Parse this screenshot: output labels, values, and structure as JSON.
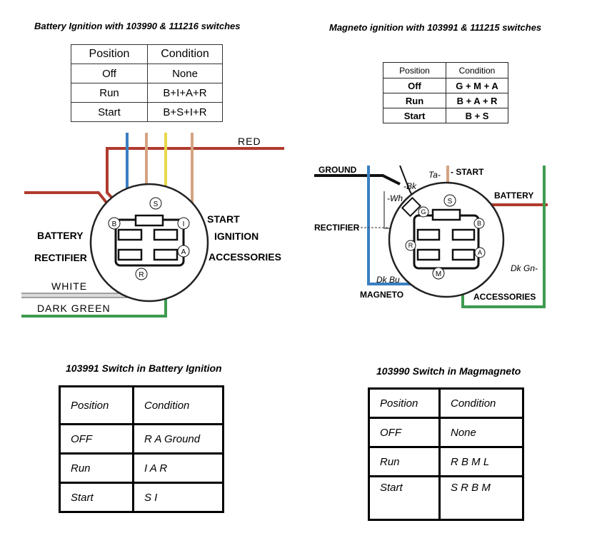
{
  "battery_title": "Battery Ignition with 103990 & 111216 switches",
  "magneto_title": "Magneto ignition with 103991 & 111215 switches",
  "switch103991_title": "103991 Switch in Battery Ignition",
  "switch103990_title": "103990 Switch in Magmagneto",
  "battery_table": {
    "headers": [
      "Position",
      "Condition"
    ],
    "rows": [
      [
        "Off",
        "None"
      ],
      [
        "Run",
        "B+I+A+R"
      ],
      [
        "Start",
        "B+S+I+R"
      ]
    ]
  },
  "magneto_table": {
    "headers": [
      "Position",
      "Condition"
    ],
    "rows": [
      [
        "Off",
        "G + M + A"
      ],
      [
        "Run",
        "B + A + R"
      ],
      [
        "Start",
        "B + S"
      ]
    ]
  },
  "table_103991": {
    "headers": [
      "Position",
      "Condition"
    ],
    "rows": [
      [
        "OFF",
        "R A Ground"
      ],
      [
        "Run",
        "I A R"
      ],
      [
        "Start",
        "S I"
      ]
    ]
  },
  "table_103990": {
    "headers": [
      "Position",
      "Condition"
    ],
    "rows": [
      [
        "OFF",
        "None"
      ],
      [
        "Run",
        "R B M L"
      ],
      [
        "Start",
        "S R B M"
      ]
    ]
  },
  "left_diagram": {
    "red": "RED",
    "battery": "BATTERY",
    "rectifier": "RECTIFIER",
    "start": "START",
    "ignition": "IGNITION",
    "accessories": "ACCESSORIES",
    "white": "WHITE",
    "dark_green": "DARK GREEN",
    "terminals": [
      "S",
      "B",
      "I",
      "A",
      "R"
    ]
  },
  "right_diagram": {
    "ground": "GROUND",
    "bk": "-Bk",
    "wh": "-Wh",
    "ta": "Ta-",
    "start": "- START",
    "battery": "BATTERY",
    "rectifier": "RECTIFIER",
    "dk_bu": "Dk Bu",
    "magneto": "MAGNETO",
    "dk_gn": "Dk Gn-",
    "accessories": "ACCESSORIES",
    "terminals": [
      "S",
      "G",
      "B",
      "R",
      "A",
      "M"
    ]
  },
  "colors": {
    "red": "#b03a2e",
    "blue": "#3a7fc1",
    "tan": "#d4a482",
    "yellow": "#e8d84a",
    "green": "#3f9a4f",
    "black": "#111111"
  }
}
